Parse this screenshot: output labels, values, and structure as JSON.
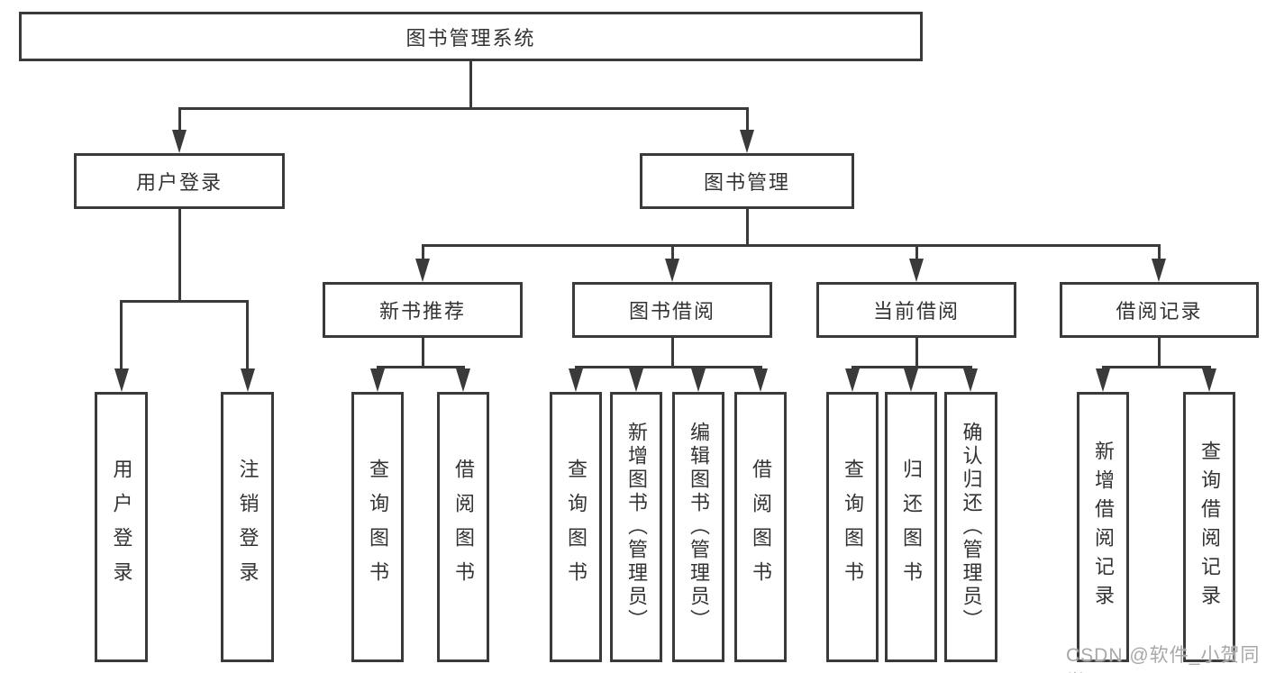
{
  "diagram": {
    "root": {
      "label": "图书管理系统"
    },
    "level2": [
      {
        "label": "用户登录"
      },
      {
        "label": "图书管理"
      }
    ],
    "level3": [
      {
        "label": "新书推荐"
      },
      {
        "label": "图书借阅"
      },
      {
        "label": "当前借阅"
      },
      {
        "label": "借阅记录"
      }
    ],
    "leaves": {
      "user_login": [
        {
          "label": "用户登录"
        },
        {
          "label": "注销登录"
        }
      ],
      "new_book_recommend": [
        {
          "label": "查询图书"
        },
        {
          "label": "借阅图书"
        }
      ],
      "book_borrow": [
        {
          "label": "查询图书"
        },
        {
          "label": "新增图书（管理员）"
        },
        {
          "label": "编辑图书（管理员）"
        },
        {
          "label": "借阅图书"
        }
      ],
      "current_borrow": [
        {
          "label": "查询图书"
        },
        {
          "label": "归还图书"
        },
        {
          "label": "确认归还（管理员）"
        }
      ],
      "borrow_record": [
        {
          "label": "新增借阅记录"
        },
        {
          "label": "查询借阅记录"
        }
      ]
    }
  },
  "watermark": {
    "text": "CSDN @软件_小贺同学"
  },
  "colors": {
    "line": "#3a3a3a",
    "box_border": "#3a3a3a",
    "text": "#333333",
    "watermark": "#a8a8a8",
    "background": "#ffffff"
  }
}
